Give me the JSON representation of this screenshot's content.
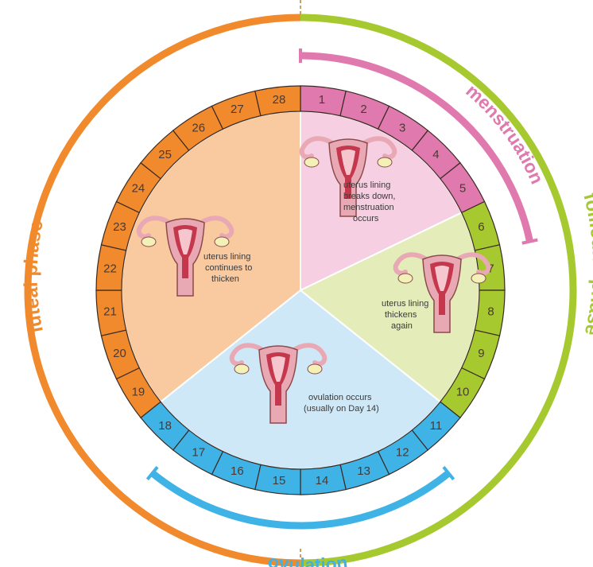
{
  "phases": {
    "luteal": {
      "label": "luteal phase",
      "color": "#f08a2c"
    },
    "follicular": {
      "label": "follicular phase",
      "color": "#a6c92f"
    },
    "menstruation": {
      "label": "menstruation",
      "color": "#e079ad"
    },
    "ovulation": {
      "label": "ovulation",
      "color": "#3fb3e6"
    }
  },
  "days": [
    {
      "n": "1",
      "phase": "menstruation"
    },
    {
      "n": "2",
      "phase": "menstruation"
    },
    {
      "n": "3",
      "phase": "menstruation"
    },
    {
      "n": "4",
      "phase": "menstruation"
    },
    {
      "n": "5",
      "phase": "menstruation"
    },
    {
      "n": "6",
      "phase": "follicular"
    },
    {
      "n": "7",
      "phase": "follicular"
    },
    {
      "n": "8",
      "phase": "follicular"
    },
    {
      "n": "9",
      "phase": "follicular"
    },
    {
      "n": "10",
      "phase": "follicular"
    },
    {
      "n": "11",
      "phase": "ovulation"
    },
    {
      "n": "12",
      "phase": "ovulation"
    },
    {
      "n": "13",
      "phase": "ovulation"
    },
    {
      "n": "14",
      "phase": "ovulation"
    },
    {
      "n": "15",
      "phase": "ovulation"
    },
    {
      "n": "16",
      "phase": "ovulation"
    },
    {
      "n": "17",
      "phase": "ovulation"
    },
    {
      "n": "18",
      "phase": "ovulation"
    },
    {
      "n": "19",
      "phase": "luteal"
    },
    {
      "n": "20",
      "phase": "luteal"
    },
    {
      "n": "21",
      "phase": "luteal"
    },
    {
      "n": "22",
      "phase": "luteal"
    },
    {
      "n": "23",
      "phase": "luteal"
    },
    {
      "n": "24",
      "phase": "luteal"
    },
    {
      "n": "25",
      "phase": "luteal"
    },
    {
      "n": "26",
      "phase": "luteal"
    },
    {
      "n": "27",
      "phase": "luteal"
    },
    {
      "n": "28",
      "phase": "luteal"
    }
  ],
  "sectors": {
    "menstruation": {
      "fill": "#f6cfe2",
      "caption": [
        "uterus lining",
        "breaks down,",
        "menstruation",
        "occurs"
      ]
    },
    "follicular": {
      "fill": "#e4edba",
      "caption": [
        "uterus lining",
        "thickens",
        "again"
      ]
    },
    "ovulation": {
      "fill": "#cfe8f7",
      "caption": [
        "ovulation occurs",
        "(usually on Day 14)"
      ]
    },
    "luteal": {
      "fill": "#f9c9a0",
      "caption": [
        "uterus lining",
        "continues to",
        "thicken"
      ]
    }
  },
  "colors": {
    "ring_stroke": "#3a2a22",
    "uterus_body": "#e9a9b4",
    "uterus_inner": "#c4374c",
    "uterus_outline": "#8a4a4a",
    "ovary": "#f3f0b8"
  }
}
